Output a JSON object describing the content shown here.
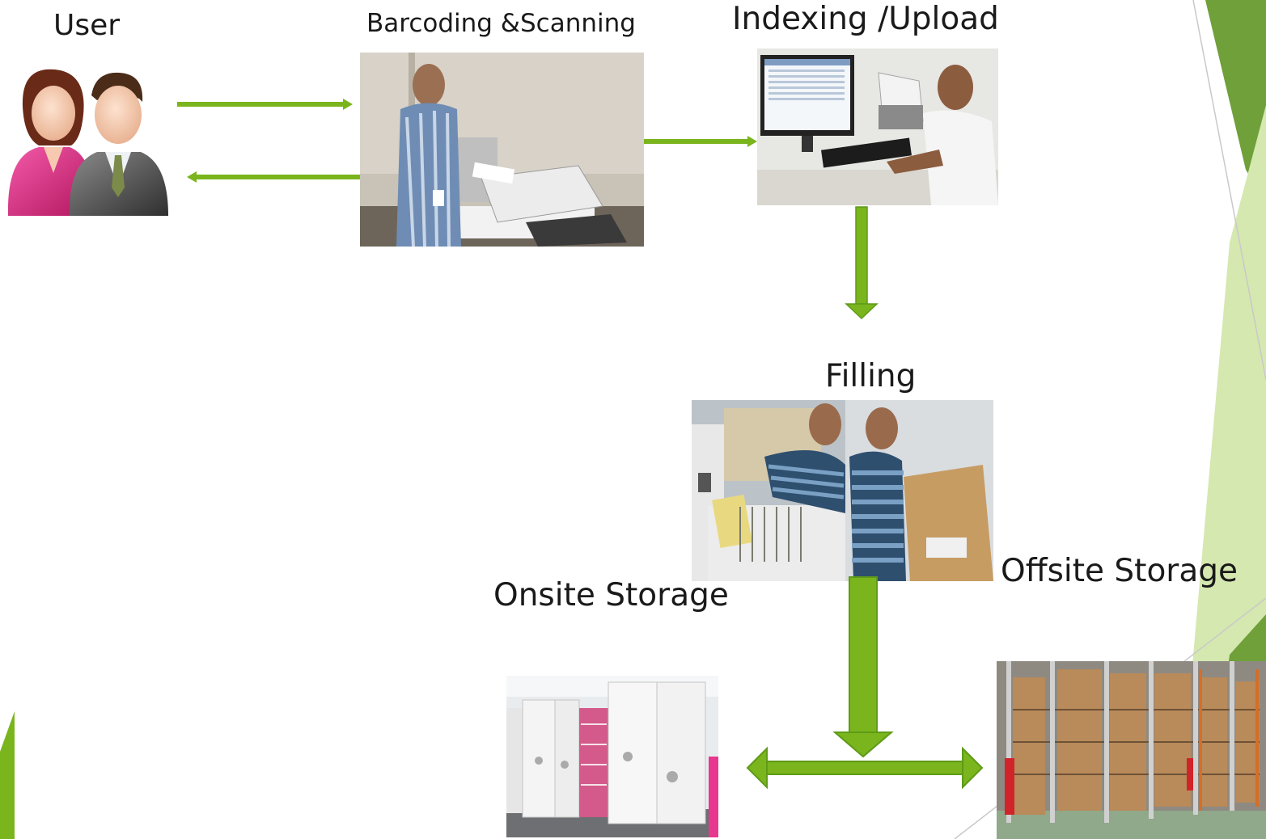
{
  "labels": {
    "user": "User",
    "scanning": "Barcoding &Scanning",
    "indexing": "Indexing /Upload",
    "filling": "Filling",
    "onsite": "Onsite Storage",
    "offsite": "Offsite Storage"
  },
  "colors": {
    "arrow": "#7ab51d",
    "arrow_dark": "#5f9a18",
    "accent_green": "#6fa03a",
    "accent_light": "#d5e8b0",
    "pink_edge": "#e8378f"
  },
  "icons": {
    "users": "users-icon",
    "scanning_photo": "scanning-photo",
    "indexing_photo": "indexing-photo",
    "filling_photo": "filling-photo",
    "onsite_photo": "onsite-storage-photo",
    "offsite_photo": "offsite-storage-photo"
  }
}
